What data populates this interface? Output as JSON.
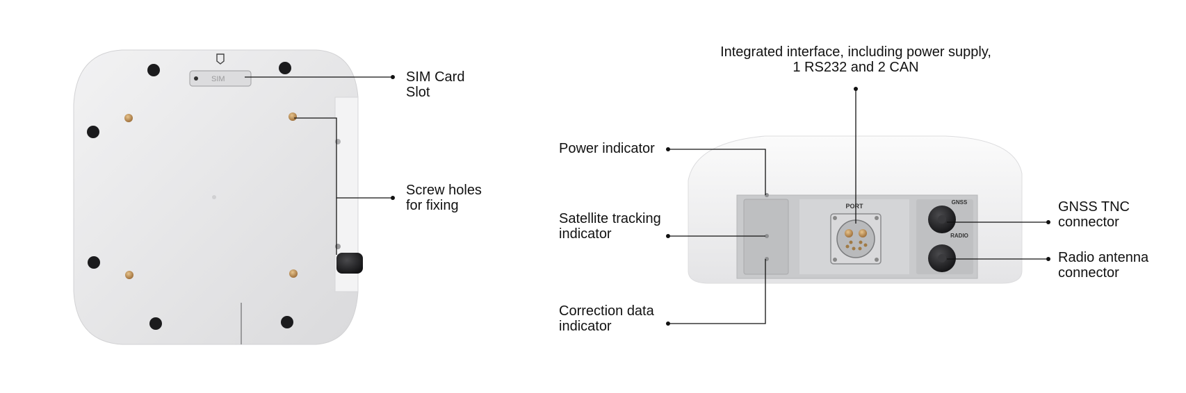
{
  "bottom_view": {
    "sim_label": [
      "SIM Card",
      "Slot"
    ],
    "screw_label": [
      "Screw holes",
      "for fixing"
    ],
    "sim_slot_text": "SIM",
    "colors": {
      "housing": "#e9e9ea",
      "hole": "#1b1b1d",
      "screw": "#b98a52",
      "leader": "#111111"
    }
  },
  "front_view": {
    "interface_label": [
      "Integrated interface, including power supply,",
      "1 RS232 and 2 CAN"
    ],
    "power_label": "Power indicator",
    "satellite_label": [
      "Satellite tracking",
      "indicator"
    ],
    "correction_label": [
      "Correction data",
      "indicator"
    ],
    "gnss_label": [
      "GNSS TNC",
      "connector"
    ],
    "radio_label": [
      "Radio antenna",
      "connector"
    ],
    "panel_port_text": "PORT",
    "panel_gnss_text": "GNSS",
    "panel_radio_text": "RADIO",
    "colors": {
      "housing": "#f0f0f1",
      "panel": "#cfd0d2",
      "connector": "#1d1d1f",
      "brass": "#c79a5a"
    }
  }
}
